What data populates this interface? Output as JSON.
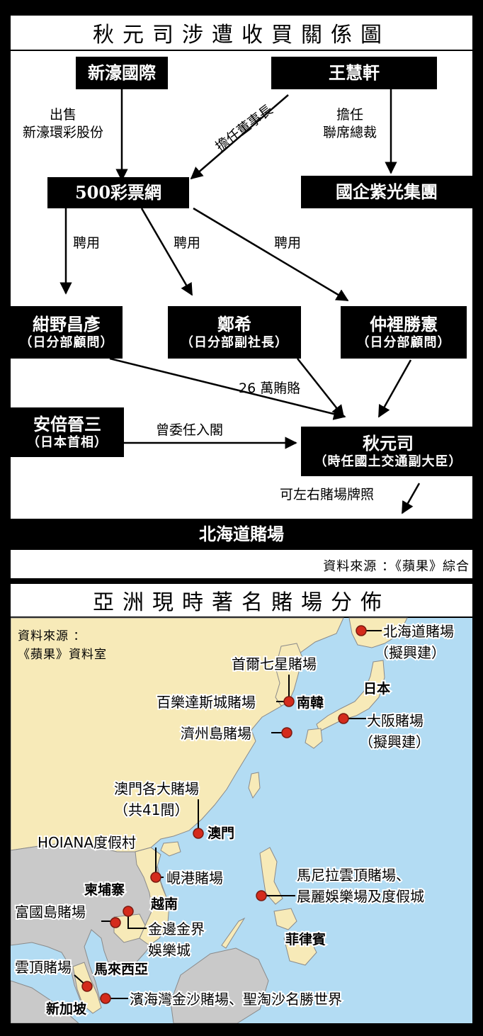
{
  "diagram": {
    "title": "秋元司涉遭收買關係圖",
    "nodes": {
      "xinhao": {
        "name": "新濠國際"
      },
      "wang": {
        "name": "王慧軒"
      },
      "lottery500": {
        "name": "500彩票網"
      },
      "guoqi": {
        "name": "國企紫光集團"
      },
      "konno": {
        "name": "紺野昌彥",
        "title": "（日分部顧問）"
      },
      "zheng": {
        "name": "鄭希",
        "title": "（日分部副社長）"
      },
      "nakasato": {
        "name": "仲裡勝憲",
        "title": "（日分部顧問）"
      },
      "abe": {
        "name": "安倍晉三",
        "title": "（日本首相）"
      },
      "akimoto": {
        "name": "秋元司",
        "title": "（時任國土交通副大臣）"
      },
      "hokkaido": {
        "name": "北海道賭場"
      }
    },
    "edges": {
      "sell": [
        "出售",
        "新濠環彩股份"
      ],
      "chairman": "擔任董事長",
      "serve": [
        "擔任",
        "聯席總裁"
      ],
      "hire1": "聘用",
      "hire2": "聘用",
      "hire3": "聘用",
      "bribe": "26 萬賄賂",
      "appoint": "曾委任入閣",
      "approve": "可左右賭場牌照"
    },
    "source": "資料來源 ：《蘋果》綜合"
  },
  "map": {
    "title": "亞洲現時著名賭場分佈",
    "source": [
      "資料來源 ：",
      "《蘋果》資料室"
    ],
    "country_labels": {
      "japan": "日本",
      "korea": "南韓",
      "macau": "澳門",
      "vietnam": "越南",
      "cambodia": "柬埔寨",
      "philippines": "菲律賓",
      "malaysia": "馬來西亞",
      "singapore": "新加坡"
    },
    "casinos": {
      "hokkaido": [
        "北海道賭場",
        "（擬興建）"
      ],
      "seoul7": "首爾七星賭場",
      "walkerhill": "百樂達斯城賭場",
      "jeju": "濟州島賭場",
      "osaka": [
        "大阪賭場",
        "（擬興建）"
      ],
      "macau": [
        "澳門各大賭場",
        "（共41間）"
      ],
      "hoiana": "HOIANA度假村",
      "danang": "峴港賭場",
      "manila": [
        "馬尼拉雲頂賭場、",
        "晨麗娛樂場及度假城"
      ],
      "phuquoc": "富國島賭場",
      "nagaworld": [
        "金邊金界",
        "娛樂城"
      ],
      "genting": "雲頂賭場",
      "mbs": "濱海灣金沙賭場、聖淘沙名勝世界"
    },
    "colors": {
      "land": "#f7eab8",
      "sea": "#b3dcf3",
      "neighbor": "#c9c9c9",
      "marker": "#d42b1c"
    }
  }
}
